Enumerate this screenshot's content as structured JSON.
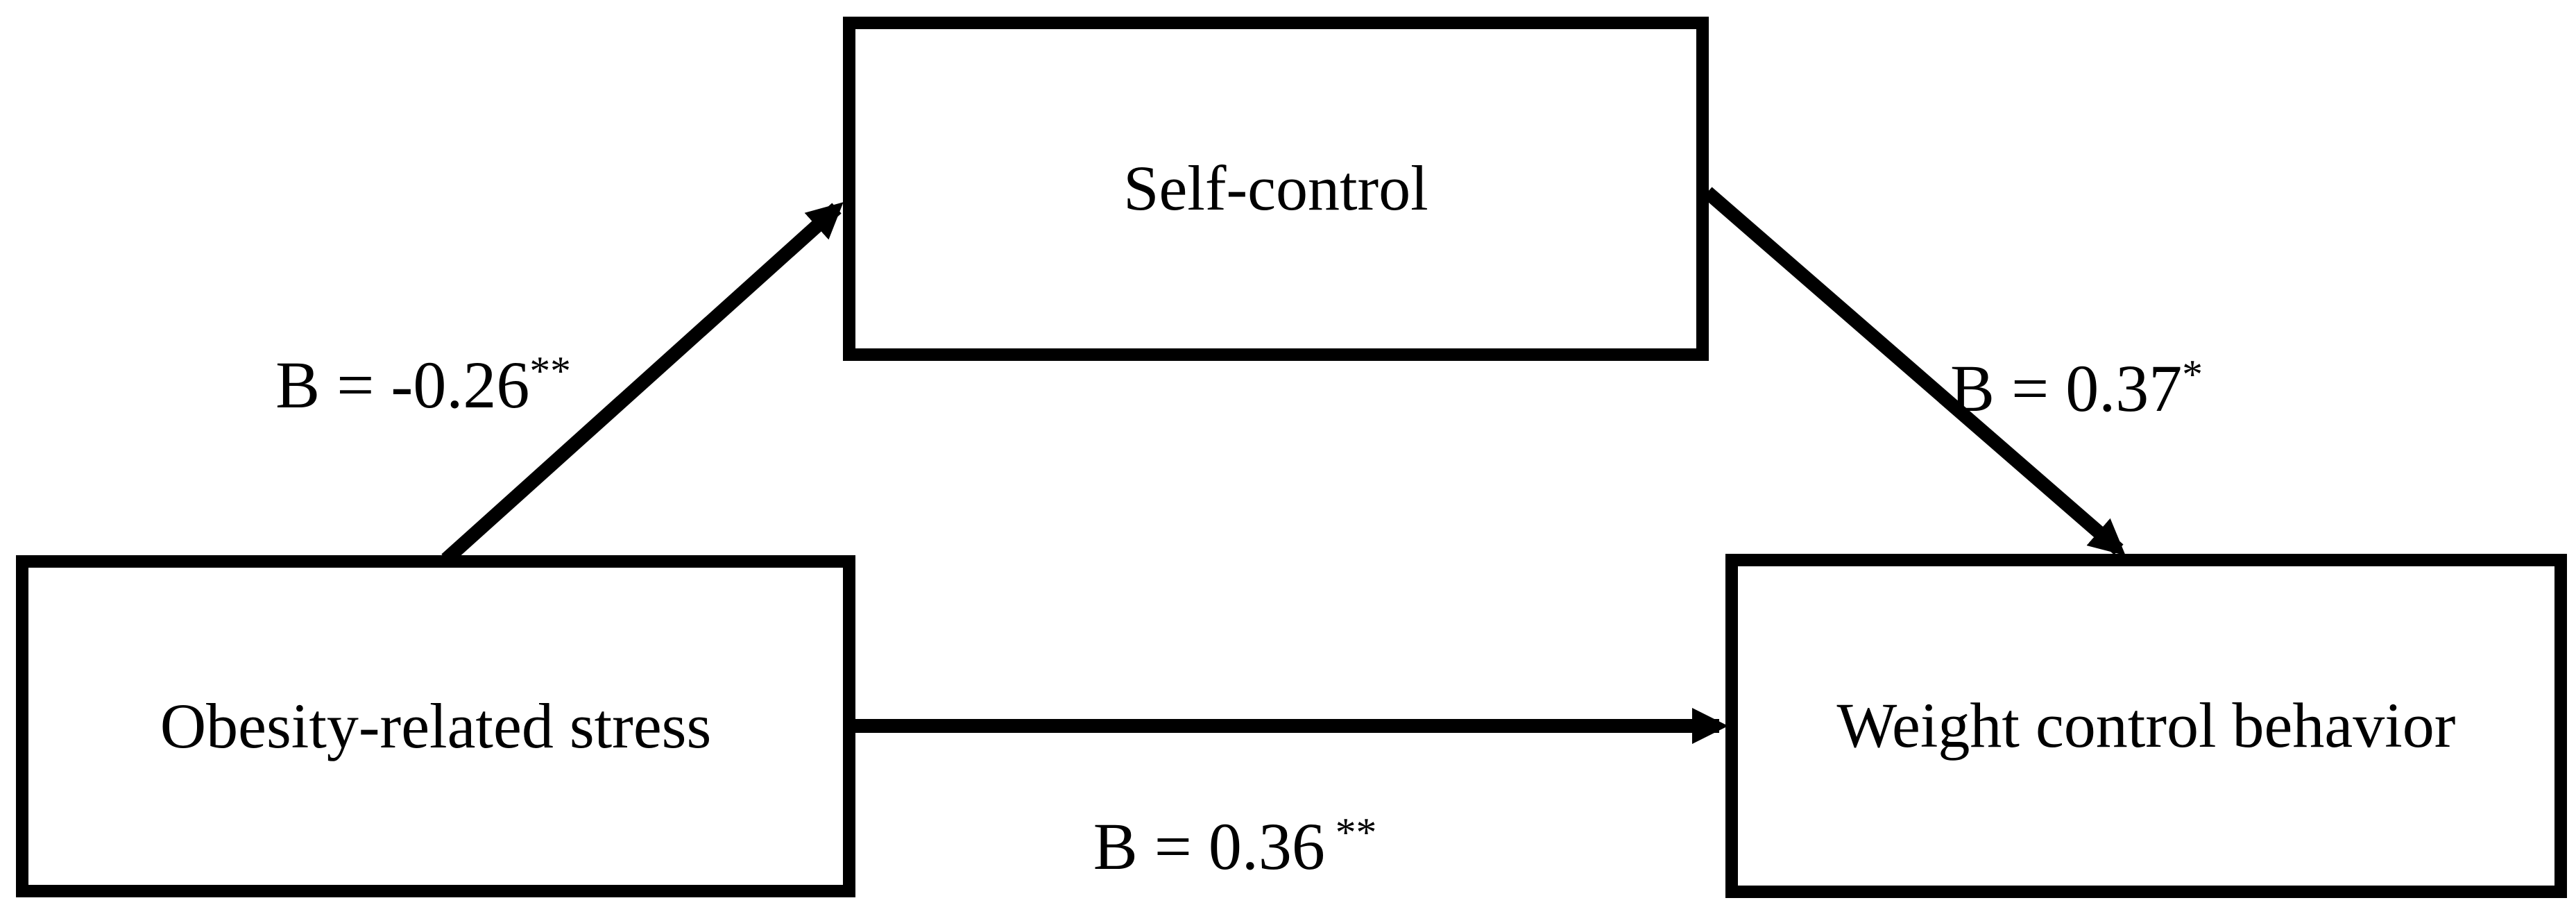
{
  "figure": {
    "type": "mediation-path-diagram",
    "background_color": "#ffffff",
    "ink_color": "#000000",
    "nodes": [
      {
        "id": "obesity_stress",
        "label": "Obesity-related stress"
      },
      {
        "id": "self_control",
        "label": "Self-control"
      },
      {
        "id": "weight_control_behavior",
        "label": "Weight control behavior"
      }
    ],
    "paths": [
      {
        "from": "obesity_stress",
        "to": "self_control",
        "coefficient": "B = -0.26",
        "significance": "**"
      },
      {
        "from": "self_control",
        "to": "weight_control_behavior",
        "coefficient": "B = 0.37",
        "significance": "*"
      },
      {
        "from": "obesity_stress",
        "to": "weight_control_behavior",
        "coefficient": "B = 0.36",
        "significance": " **"
      }
    ]
  }
}
